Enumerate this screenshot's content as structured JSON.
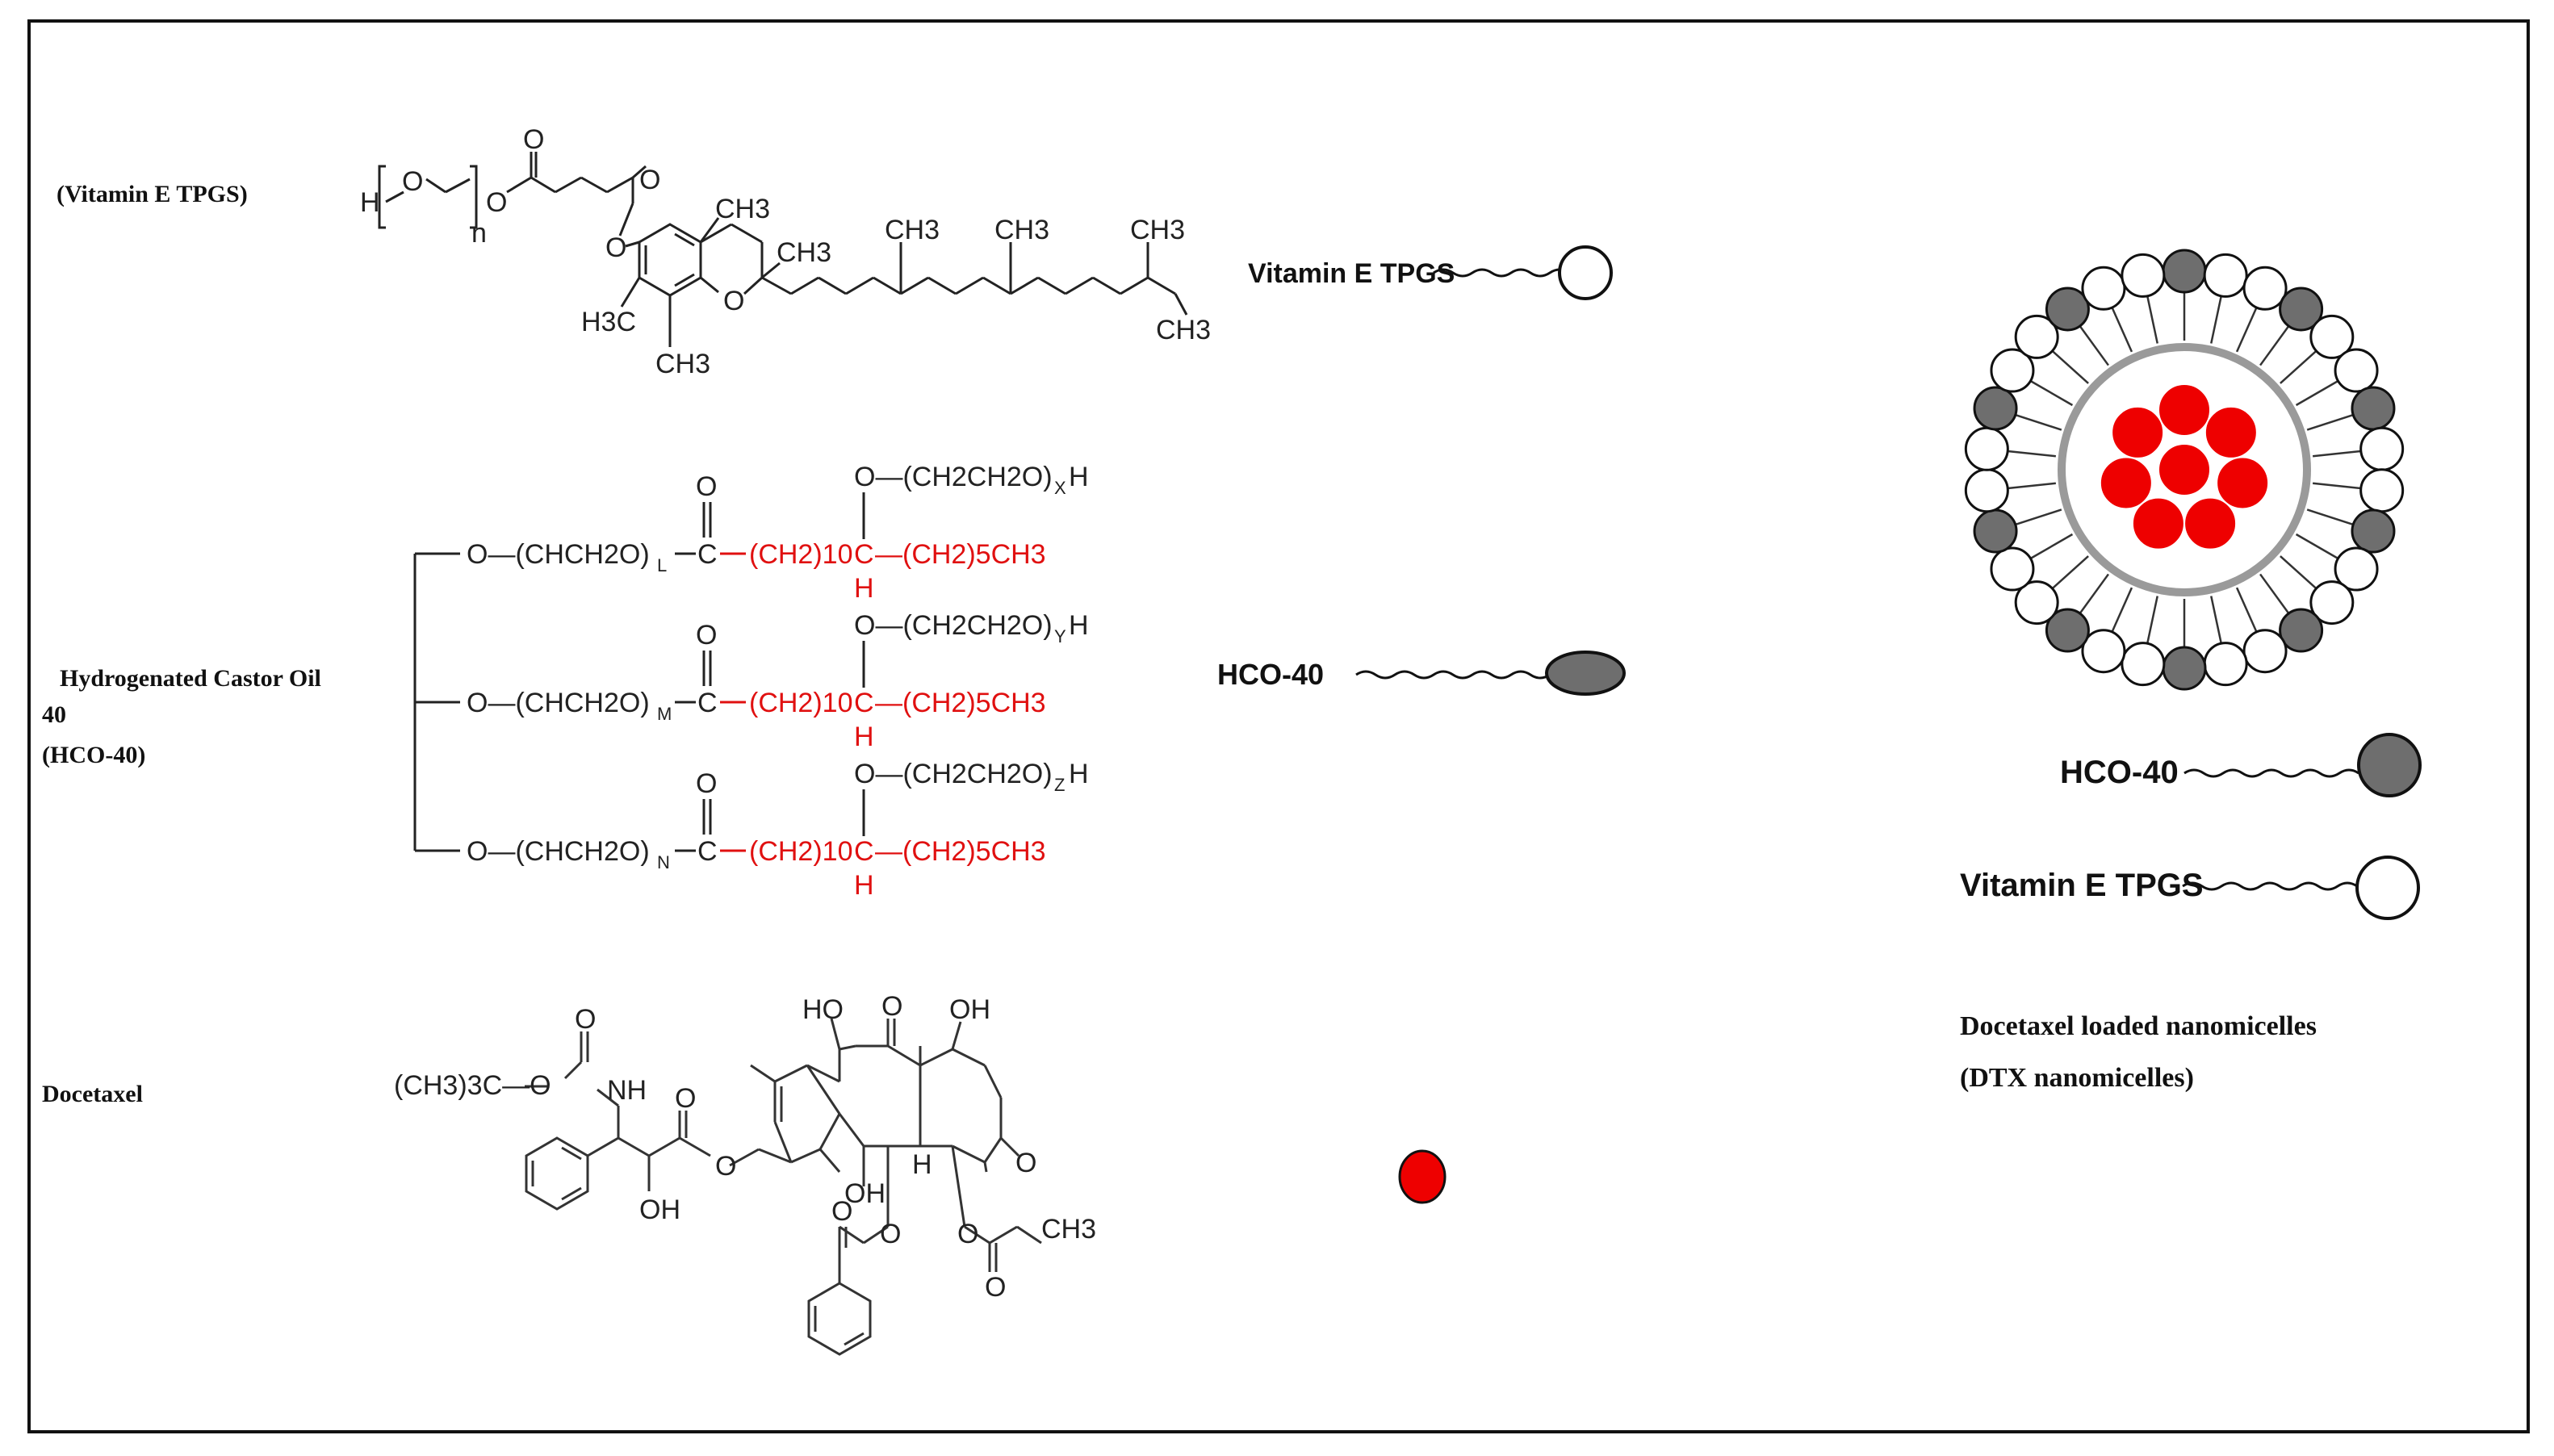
{
  "labels": {
    "vitamin_e_left": "(Vitamin  E TPGS)",
    "hco_left_1": "Hydrogenated  Castor Oil",
    "hco_left_2": "40",
    "hco_left_3": "(HCO-40)",
    "docetaxel_left": "Docetaxel",
    "vitamin_e_mid": "Vitamin E TPGS",
    "hco_mid": "HCO-40",
    "legend_hco": "HCO-40",
    "legend_vitamin_e": "Vitamin E TPGS",
    "caption_1": "Docetaxel loaded nanomicelles",
    "caption_2": "(DTX nanomicelles)"
  },
  "tpgs_structure": {
    "h": "H",
    "o1": "O",
    "n": "n",
    "o2": "O",
    "o3": "O",
    "o4": "O",
    "o5": "O",
    "o_ring": "O",
    "ch3_top": "CH3",
    "ch3_ring": "CH3",
    "h3c": "H3C",
    "ch3_bottom": "CH3",
    "ch3_chain1": "CH3",
    "ch3_chain2": "CH3",
    "ch3_chain3": "CH3",
    "ch3_end": "CH3"
  },
  "hco_structure": {
    "rows": [
      {
        "peg": "O—(CHCH2O)",
        "sub": "L",
        "carbonyl": "C",
        "o_top": "O",
        "chain": "(CH2)10",
        "ch": "C",
        "h": "H",
        "tail": "—(CH2)5CH3",
        "side": "O—(CH2CH2O)",
        "side_sub": "X",
        "side_end": "H"
      },
      {
        "peg": "O—(CHCH2O)",
        "sub": "M",
        "carbonyl": "C",
        "o_top": "O",
        "chain": "(CH2)10",
        "ch": "C",
        "h": "H",
        "tail": "—(CH2)5CH3",
        "side": "O—(CH2CH2O)",
        "side_sub": "Y",
        "side_end": "H"
      },
      {
        "peg": "O—(CHCH2O)",
        "sub": "N",
        "carbonyl": "C",
        "o_top": "O",
        "chain": "(CH2)10",
        "ch": "C",
        "h": "H",
        "tail": "—(CH2)5CH3",
        "side": "O—(CH2CH2O)",
        "side_sub": "Z",
        "side_end": "H"
      }
    ]
  },
  "docetaxel_structure": {
    "tbu": "(CH3)3C—O",
    "nh": "NH",
    "o_carb": "O",
    "o_ester": "O",
    "oh1": "OH",
    "ho1": "HO",
    "o_keto": "O",
    "oh2": "OH",
    "oh3": "OH",
    "h": "H",
    "o_ox": "O",
    "o_bz": "O",
    "o_ac": "O",
    "ch3_ac": "CH3",
    "o_bzc": "O",
    "o_acc": "O",
    "o_link": "O"
  },
  "colors": {
    "hco_head": "#6e6e6e",
    "tpgs_head": "#ffffff",
    "drug": "#ee0000",
    "core_ring": "#9a9a9a",
    "outline": "#111111"
  },
  "micelle": {
    "shell_pattern": [
      "white",
      "grey"
    ],
    "shell_count": 30,
    "drug_count": 8
  }
}
